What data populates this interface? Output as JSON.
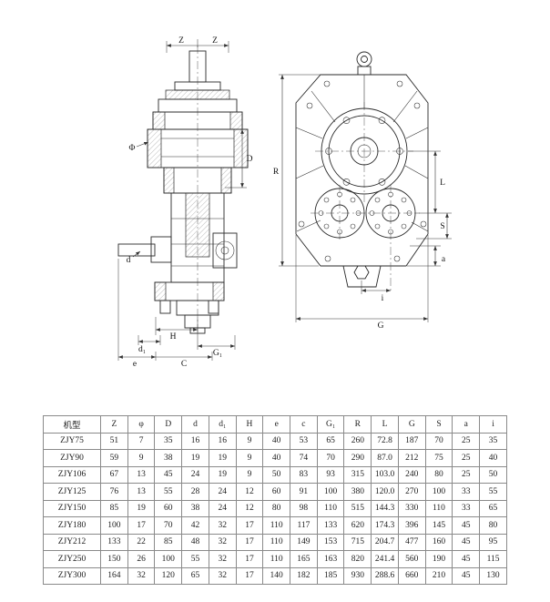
{
  "page": {
    "background": "#ffffff",
    "line_color": "#2a2a2a"
  },
  "drawing_left": {
    "title": "side-section-view",
    "labels": {
      "z_left": "Z",
      "z_right": "Z",
      "phi": "Φ",
      "D": "D",
      "d": "d",
      "H": "H",
      "d1": "d₁",
      "G1": "G₁",
      "e": "e",
      "C": "C"
    }
  },
  "drawing_right": {
    "title": "front-view",
    "labels": {
      "R": "R",
      "L": "L",
      "S": "S",
      "a": "a",
      "i": "i",
      "G": "G"
    }
  },
  "table": {
    "headers": [
      "机型",
      "Z",
      "φ",
      "D",
      "d",
      "d₁",
      "H",
      "e",
      "c",
      "G₁",
      "R",
      "L",
      "G",
      "S",
      "a",
      "i"
    ],
    "rows": [
      [
        "ZJY75",
        "51",
        "7",
        "35",
        "16",
        "16",
        "9",
        "40",
        "53",
        "65",
        "260",
        "72.8",
        "187",
        "70",
        "25",
        "35"
      ],
      [
        "ZJY90",
        "59",
        "9",
        "38",
        "19",
        "19",
        "9",
        "40",
        "74",
        "70",
        "290",
        "87.0",
        "212",
        "75",
        "25",
        "40"
      ],
      [
        "ZJY106",
        "67",
        "13",
        "45",
        "24",
        "19",
        "9",
        "50",
        "83",
        "93",
        "315",
        "103.0",
        "240",
        "80",
        "25",
        "50"
      ],
      [
        "ZJY125",
        "76",
        "13",
        "55",
        "28",
        "24",
        "12",
        "60",
        "91",
        "100",
        "380",
        "120.0",
        "270",
        "100",
        "33",
        "55"
      ],
      [
        "ZJY150",
        "85",
        "19",
        "60",
        "38",
        "24",
        "12",
        "80",
        "98",
        "110",
        "515",
        "144.3",
        "330",
        "110",
        "33",
        "65"
      ],
      [
        "ZJY180",
        "100",
        "17",
        "70",
        "42",
        "32",
        "17",
        "110",
        "117",
        "133",
        "620",
        "174.3",
        "396",
        "145",
        "45",
        "80"
      ],
      [
        "ZJY212",
        "133",
        "22",
        "85",
        "48",
        "32",
        "17",
        "110",
        "149",
        "153",
        "715",
        "204.7",
        "477",
        "160",
        "45",
        "95"
      ],
      [
        "ZJY250",
        "150",
        "26",
        "100",
        "55",
        "32",
        "17",
        "110",
        "165",
        "163",
        "820",
        "241.4",
        "560",
        "190",
        "45",
        "115"
      ],
      [
        "ZJY300",
        "164",
        "32",
        "120",
        "65",
        "32",
        "17",
        "140",
        "182",
        "185",
        "930",
        "288.6",
        "660",
        "210",
        "45",
        "130"
      ]
    ]
  }
}
